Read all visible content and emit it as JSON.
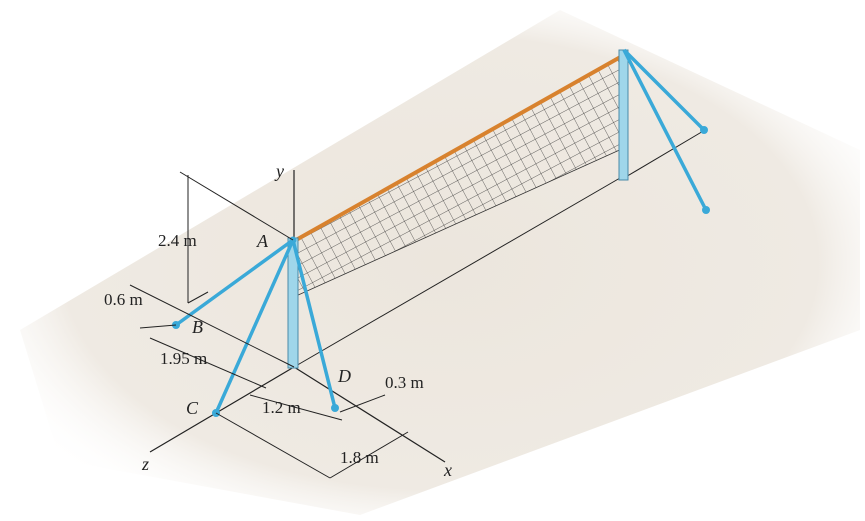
{
  "diagram": {
    "axes": {
      "x": "x",
      "y": "y",
      "z": "z"
    },
    "points": {
      "A": "A",
      "B": "B",
      "C": "C",
      "D": "D"
    },
    "dimensions": {
      "height": "2.4 m",
      "b_offset": "0.6 m",
      "b_dist": "1.95 m",
      "cd_span": "1.2 m",
      "d_offset": "0.3 m",
      "c_depth": "1.8 m"
    },
    "colors": {
      "cable": "#3aa9d8",
      "post": "#9fd6ea",
      "net_top": "#d8822e",
      "net_mesh": "#333333",
      "ground": "#ede9e3",
      "line": "#222222"
    }
  }
}
